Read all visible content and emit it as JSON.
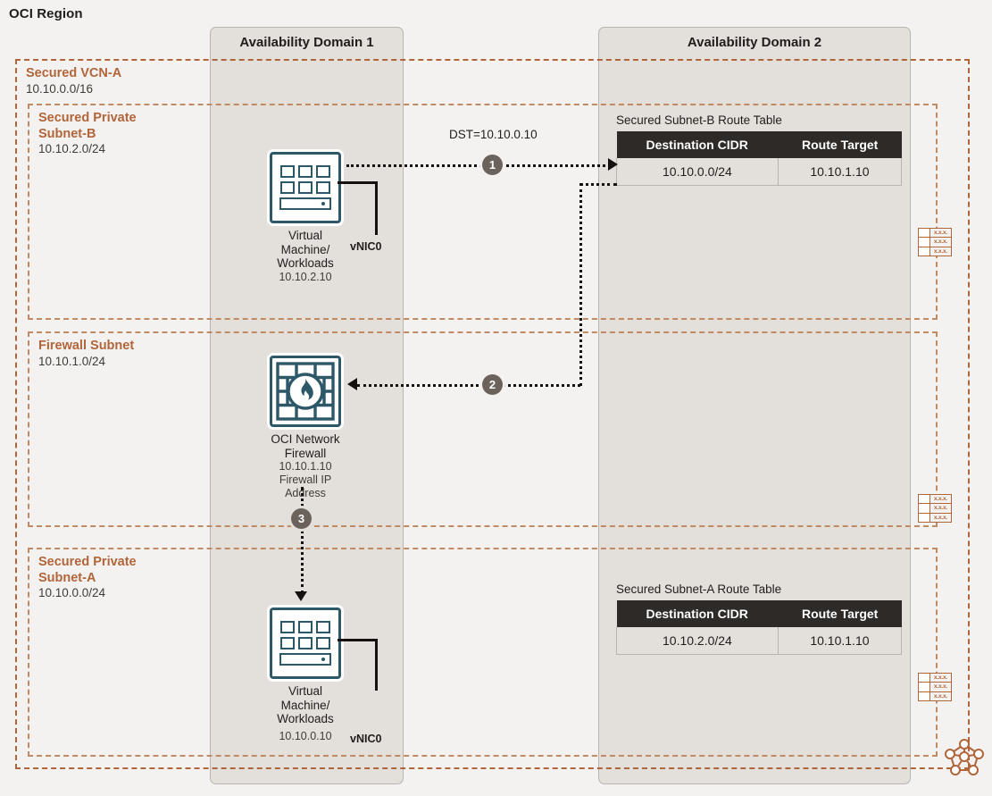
{
  "region": {
    "title": "OCI Region"
  },
  "availability_domains": [
    {
      "title": "Availability Domain 1"
    },
    {
      "title": "Availability Domain 2"
    }
  ],
  "vcn": {
    "name": "Secured VCN-A",
    "cidr": "10.10.0.0/16"
  },
  "subnets": [
    {
      "name": "Secured  Private\nSubnet-B",
      "cidr": "10.10.2.0/24"
    },
    {
      "name": "Firewall Subnet",
      "cidr": "10.10.1.0/24"
    },
    {
      "name": "Secured Private\nSubnet-A",
      "cidr": "10.10.0.0/24"
    }
  ],
  "nodes": {
    "vm_b": {
      "caption": "Virtual\nMachine/\nWorkloads",
      "ip": "10.10.2.10",
      "vnic": "vNIC0"
    },
    "firewall": {
      "caption": "OCI Network\nFirewall",
      "ip": "10.10.1.10",
      "note": "Firewall IP\nAddress"
    },
    "vm_a": {
      "caption": "Virtual\nMachine/\nWorkloads",
      "ip": "10.10.0.10",
      "vnic": "vNIC0"
    }
  },
  "route_tables": [
    {
      "title": "Secured Subnet-B Route Table",
      "columns": [
        "Destination CIDR",
        "Route Target"
      ],
      "rows": [
        [
          "10.10.0.0/24",
          "10.10.1.10"
        ]
      ]
    },
    {
      "title": "Secured Subnet-A Route Table",
      "columns": [
        "Destination CIDR",
        "Route Target"
      ],
      "rows": [
        [
          "10.10.2.0/24",
          "10.10.1.10"
        ]
      ]
    }
  ],
  "flow": {
    "dst_label": "DST=10.10.0.10",
    "steps": [
      "1",
      "2",
      "3"
    ]
  },
  "rt_icon": {
    "cell": "x.x.x."
  },
  "colors": {
    "accent_vcn": "#b0653a",
    "accent_subnet": "#c28a63",
    "icon_teal": "#2d5868",
    "badge": "#6b625b",
    "header_dark": "#2d2a27",
    "ad_fill": "#e3dfda",
    "page_bg": "#f4f2f0"
  }
}
